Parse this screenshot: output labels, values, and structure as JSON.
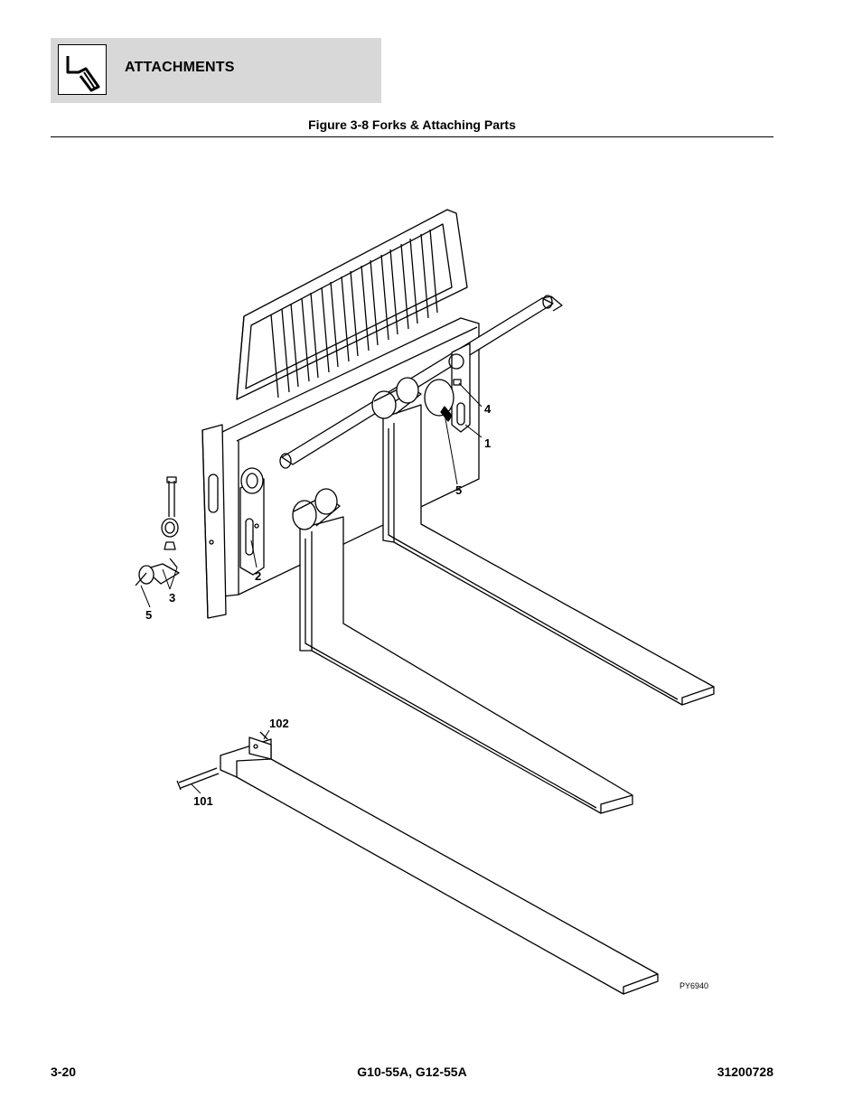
{
  "header": {
    "section": "ATTACHMENTS",
    "icon": "fork-attachment-icon"
  },
  "figure": {
    "title": "Figure 3-8 Forks & Attaching Parts",
    "callouts": [
      "1",
      "2",
      "3",
      "4",
      "5",
      "5",
      "101",
      "102"
    ],
    "drawing_number": "PY6940"
  },
  "footer": {
    "page": "3-20",
    "models": "G10-55A, G12-55A",
    "doc_number": "31200728"
  }
}
